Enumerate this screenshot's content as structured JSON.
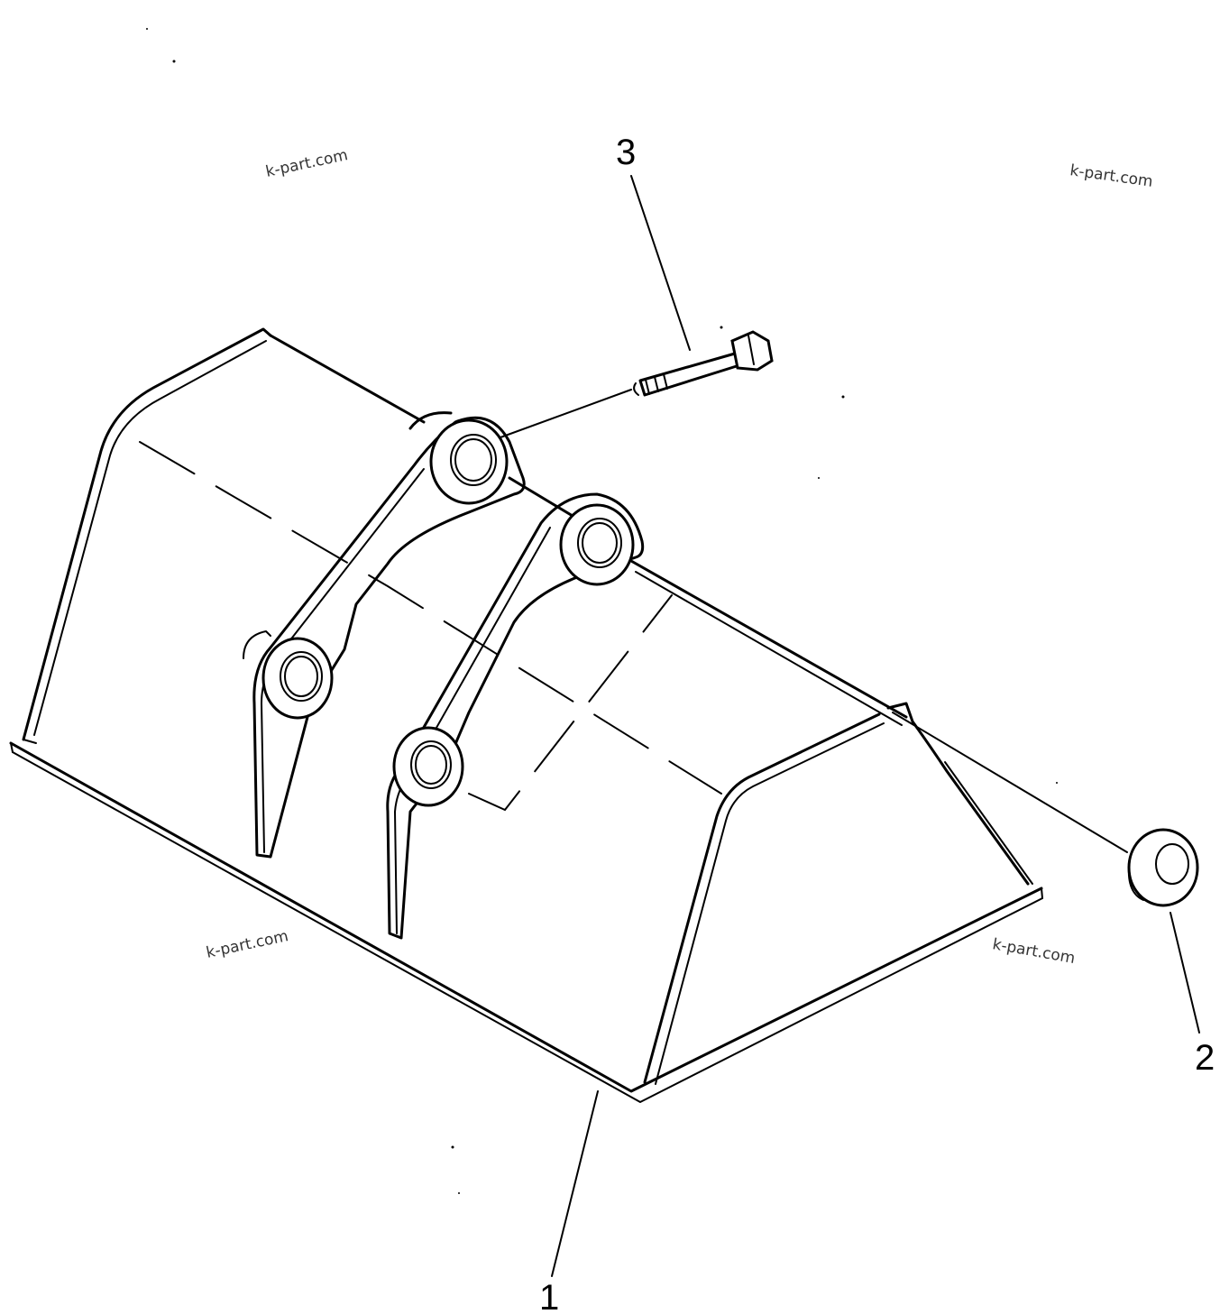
{
  "callouts": {
    "part1": "1",
    "part2": "2",
    "part3": "3"
  },
  "watermarks": {
    "wm1": "k-part.com",
    "wm2": "k-part.com",
    "wm3": "k-part.com",
    "wm4": "k-part.com"
  }
}
